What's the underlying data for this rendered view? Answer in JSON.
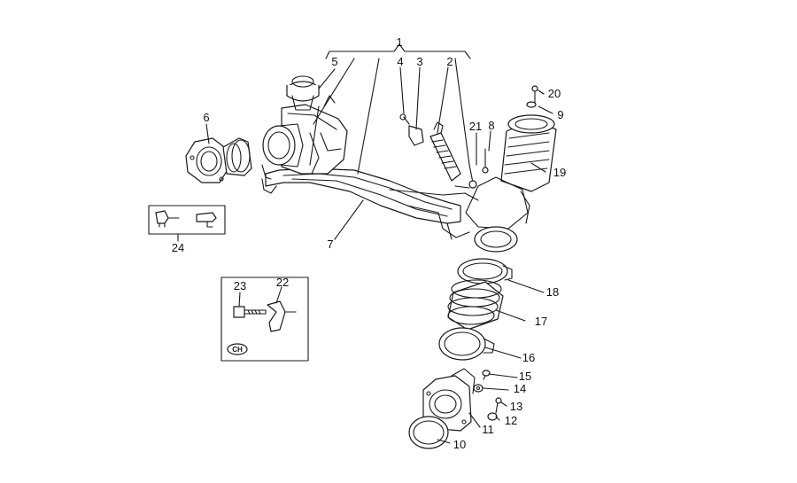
{
  "diagram": {
    "colors": {
      "ink": "#1a1a1a",
      "background": "#ffffff"
    },
    "callouts": [
      {
        "id": "c1",
        "text": "1"
      },
      {
        "id": "c2",
        "text": "2"
      },
      {
        "id": "c3",
        "text": "3"
      },
      {
        "id": "c4",
        "text": "4"
      },
      {
        "id": "c5",
        "text": "5"
      },
      {
        "id": "c6",
        "text": "6"
      },
      {
        "id": "c7",
        "text": "7"
      },
      {
        "id": "c8",
        "text": "8"
      },
      {
        "id": "c9",
        "text": "9"
      },
      {
        "id": "c10",
        "text": "10"
      },
      {
        "id": "c11",
        "text": "11"
      },
      {
        "id": "c12",
        "text": "12"
      },
      {
        "id": "c13",
        "text": "13"
      },
      {
        "id": "c14",
        "text": "14"
      },
      {
        "id": "c15",
        "text": "15"
      },
      {
        "id": "c16",
        "text": "16"
      },
      {
        "id": "c17",
        "text": "17"
      },
      {
        "id": "c18",
        "text": "18"
      },
      {
        "id": "c19",
        "text": "19"
      },
      {
        "id": "c20",
        "text": "20"
      },
      {
        "id": "c21",
        "text": "21"
      },
      {
        "id": "c22",
        "text": "22"
      },
      {
        "id": "c23",
        "text": "23"
      },
      {
        "id": "c24",
        "text": "24"
      }
    ],
    "country_badge": "CH"
  }
}
